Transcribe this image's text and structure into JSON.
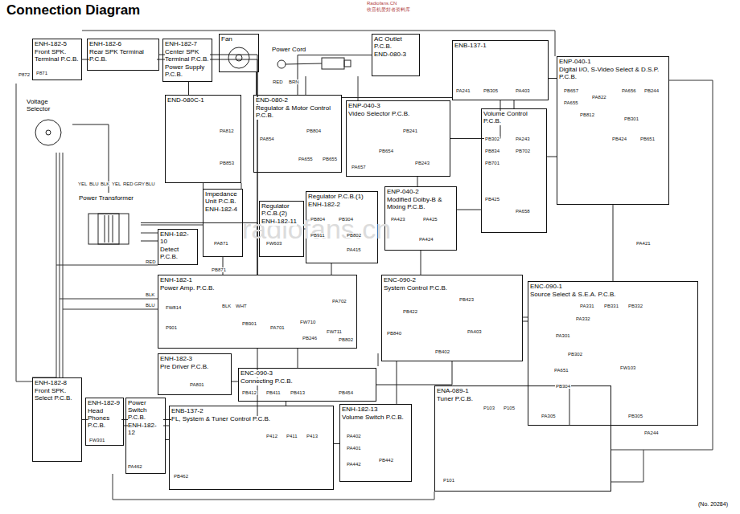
{
  "diagram": {
    "title": "Connection Diagram",
    "caption": "(No. 20284)",
    "nodes": [
      {
        "text": [
          "ENH-182-5",
          "Front SPK. Terminal P.C.B."
        ]
      },
      {
        "text": [
          "ENH-182-6",
          "Rear SPK Terminal P.C.B."
        ]
      },
      {
        "text": [
          "ENH-182-7",
          "Center SPK Terminal P.C.B.",
          "Power Supply P.C.B."
        ]
      },
      {
        "text": [
          "Fan"
        ]
      },
      {
        "text": [
          "Power Cord"
        ]
      },
      {
        "text": [
          "AC Outlet P.C.B.",
          "END-080-3"
        ]
      },
      {
        "text": [
          "ENB-137-1"
        ]
      },
      {
        "text": [
          "ENP-040-1",
          "Digital I/O, S-Video Select & D.S.P. P.C.B."
        ]
      },
      {
        "text": [
          "Voltage Selector"
        ]
      },
      {
        "text": [
          "END-080C-1"
        ]
      },
      {
        "text": [
          "END-080-2",
          "Regulator & Motor Control P.C.B."
        ]
      },
      {
        "text": [
          "ENP-040-3",
          "Video Selector P.C.B."
        ]
      },
      {
        "text": [
          "Volume Control P.C.B."
        ]
      },
      {
        "text": [
          "Power Transformer"
        ]
      },
      {
        "text": [
          "Impedance Unit P.C.B.",
          "ENH-182-4"
        ]
      },
      {
        "text": [
          "Regulator P.C.B.(2)",
          "ENH-182-11"
        ]
      },
      {
        "text": [
          "Regulator P.C.B.(1)",
          "ENH-182-2"
        ]
      },
      {
        "text": [
          "ENP-040-2",
          "Modified Dolby-B & Mixing P.C.B."
        ]
      },
      {
        "text": [
          "ENH-182-10",
          "Detect P.C.B."
        ]
      },
      {
        "text": [
          "ENH-182-1",
          "Power Amp. P.C.B."
        ]
      },
      {
        "text": [
          "ENC-090-2",
          "System Control P.C.B."
        ]
      },
      {
        "text": [
          "ENC-090-1",
          "Source Select & S.E.A. P.C.B."
        ]
      },
      {
        "text": [
          "ENH-182-3",
          "Pre Driver P.C.B."
        ]
      },
      {
        "text": [
          "ENC-090-3",
          "Connecting P.C.B."
        ]
      },
      {
        "text": [
          "ENB-137-2",
          "FL, System & Tuner Control P.C.B."
        ]
      },
      {
        "text": [
          "ENH-182-13",
          "Volume Switch P.C.B."
        ]
      },
      {
        "text": [
          "ENA-089-1",
          "Tuner P.C.B."
        ]
      },
      {
        "text": [
          "ENH-182-8",
          "Front SPK. Select P.C.B."
        ]
      },
      {
        "text": [
          "ENH-182-9",
          "Head Phones P.C.B."
        ]
      },
      {
        "text": [
          "Power Switch P.C.B.",
          "ENH-182-12"
        ]
      }
    ],
    "edges": [
      {
        "from": 0,
        "to": 19,
        "arrow": "none"
      },
      {
        "from": 1,
        "to": 19,
        "arrow": "none"
      },
      {
        "from": 2,
        "to": 9,
        "arrow": "none"
      },
      {
        "from": 13,
        "to": 9,
        "arrow": "none"
      },
      {
        "from": 13,
        "to": 19,
        "arrow": "none"
      },
      {
        "from": 13,
        "to": 18,
        "arrow": "none"
      },
      {
        "from": 10,
        "to": 3,
        "arrow": "none"
      },
      {
        "from": 4,
        "to": 10,
        "arrow": "none"
      },
      {
        "from": 5,
        "to": 10,
        "arrow": "none"
      },
      {
        "from": 10,
        "to": 6,
        "arrow": "none"
      },
      {
        "from": 11,
        "to": 6,
        "arrow": "none"
      },
      {
        "from": 11,
        "to": 17,
        "arrow": "none"
      },
      {
        "from": 12,
        "to": 6,
        "arrow": "none"
      },
      {
        "from": 12,
        "to": 17,
        "arrow": "none"
      },
      {
        "from": 7,
        "to": 6,
        "arrow": "none"
      },
      {
        "from": 7,
        "to": 21,
        "arrow": "none"
      },
      {
        "from": 16,
        "to": 19,
        "arrow": "none"
      },
      {
        "from": 15,
        "to": 16,
        "arrow": "none"
      },
      {
        "from": 14,
        "to": 19,
        "arrow": "none"
      },
      {
        "from": 19,
        "to": 23,
        "arrow": "none"
      },
      {
        "from": 22,
        "to": 23,
        "arrow": "none"
      },
      {
        "from": 23,
        "to": 24,
        "arrow": "none"
      },
      {
        "from": 23,
        "to": 20,
        "arrow": "none"
      },
      {
        "from": 20,
        "to": 21,
        "arrow": "none"
      },
      {
        "from": 21,
        "to": 26,
        "arrow": "none"
      },
      {
        "from": 24,
        "to": 25,
        "arrow": "none"
      },
      {
        "from": 24,
        "to": 29,
        "arrow": "none"
      },
      {
        "from": 27,
        "to": 19,
        "arrow": "none"
      },
      {
        "from": 28,
        "to": 24,
        "arrow": "none"
      },
      {
        "from": 17,
        "to": 20,
        "arrow": "none"
      },
      {
        "from": 25,
        "to": 20,
        "arrow": "none"
      },
      {
        "from": 8,
        "to": 13,
        "arrow": "none"
      },
      {
        "from": 7,
        "to": 12,
        "arrow": "none"
      }
    ],
    "labels": [
      "Radiofans.CN",
      "收音机爱好者资料库",
      "radiofans.cn",
      "P871",
      "P872",
      "RED",
      "BRN",
      "YEL",
      "BLU",
      "BLK",
      "YEL",
      "RED",
      "GRY",
      "BLU",
      "PA241",
      "PB305",
      "PA403",
      "PB302",
      "PA243",
      "PB834",
      "PB702",
      "PB701",
      "PB425",
      "PA658",
      "PB241",
      "PB654",
      "PB243",
      "PA657",
      "PB804",
      "PA854",
      "PA655",
      "PB655",
      "PA812",
      "PB853",
      "PB657",
      "PA655",
      "PA822",
      "PA656",
      "PB244",
      "PB812",
      "PB301",
      "PB424",
      "PB651",
      "PA871",
      "FW603",
      "PB804",
      "PB304",
      "PB911",
      "PB802",
      "PA415",
      "PA423",
      "PA425",
      "PA424",
      "PA421",
      "PB871",
      "RED",
      "BLK",
      "BLU",
      "FW814",
      "BLK",
      "WHT",
      "P901",
      "PB901",
      "PA701",
      "FW710",
      "PA702",
      "FW711",
      "PB246",
      "PB802",
      "PB423",
      "PB422",
      "PA403",
      "PB840",
      "PB402",
      "PA331",
      "PB331",
      "PB332",
      "PA332",
      "PA301",
      "PB302",
      "PA651",
      "FW103",
      "PB304",
      "PA305",
      "PB305",
      "PA244",
      "PA801",
      "PB412",
      "PB411",
      "PB413",
      "PB454",
      "P412",
      "P411",
      "P413",
      "PB462",
      "PA402",
      "PA401",
      "PB442",
      "PA442",
      "P103",
      "P105",
      "P101",
      "FW301",
      "PA462"
    ]
  }
}
